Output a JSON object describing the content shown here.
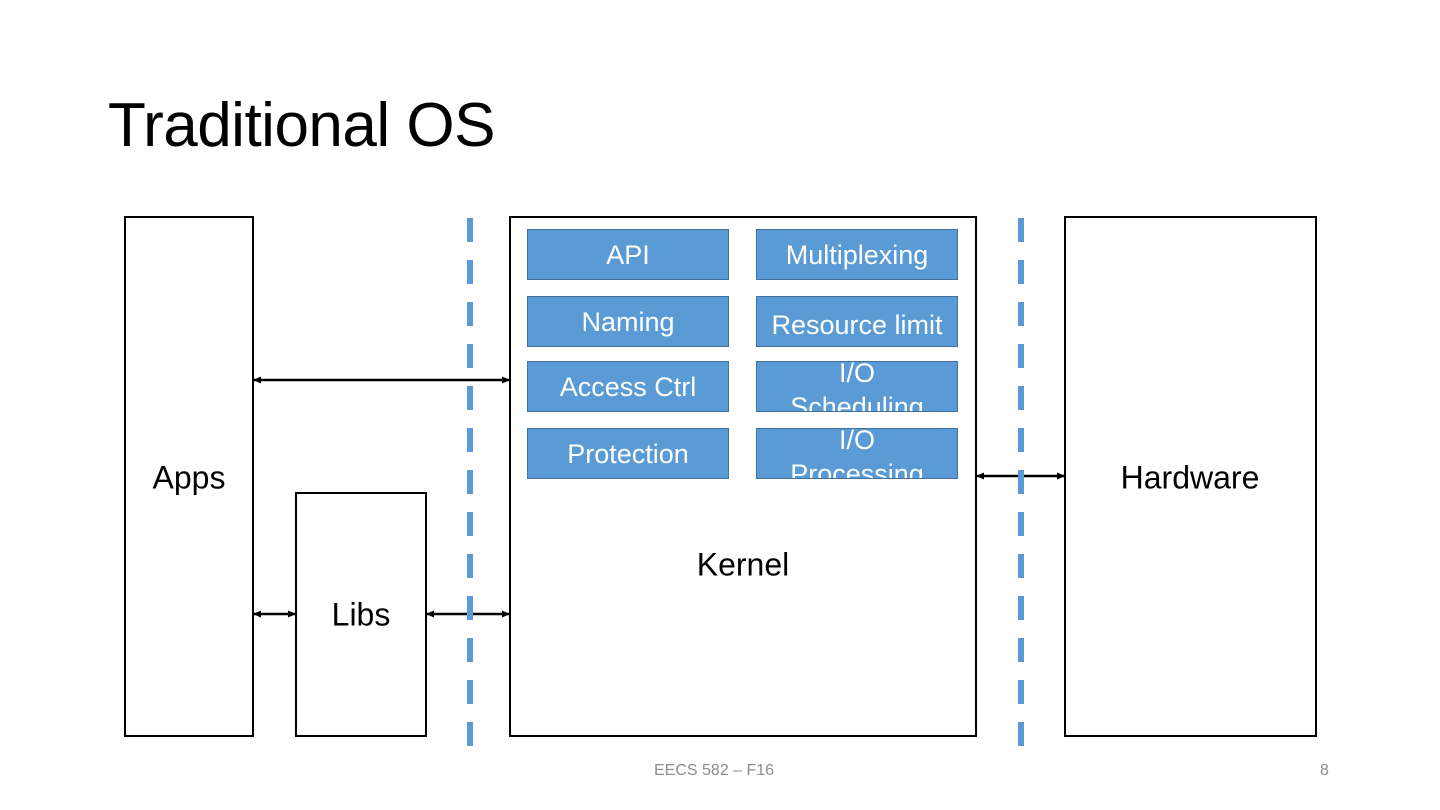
{
  "slide": {
    "title": "Traditional OS",
    "footer_text": "EECS 582 – F16",
    "page_number": "8"
  },
  "diagram": {
    "apps_label": "Apps",
    "libs_label": "Libs",
    "kernel_label": "Kernel",
    "hardware_label": "Hardware",
    "kernel_services": [
      {
        "label": "API"
      },
      {
        "label": "Multiplexing"
      },
      {
        "label": "Naming"
      },
      {
        "label": "Resource limit"
      },
      {
        "label": "Access Ctrl"
      },
      {
        "label": "I/O Scheduling"
      },
      {
        "label": "Protection"
      },
      {
        "label": "I/O Processing"
      }
    ],
    "colors": {
      "service_fill": "#5B9BD5",
      "service_border": "#41719C",
      "boundary_dash": "#5B9BD5"
    }
  }
}
